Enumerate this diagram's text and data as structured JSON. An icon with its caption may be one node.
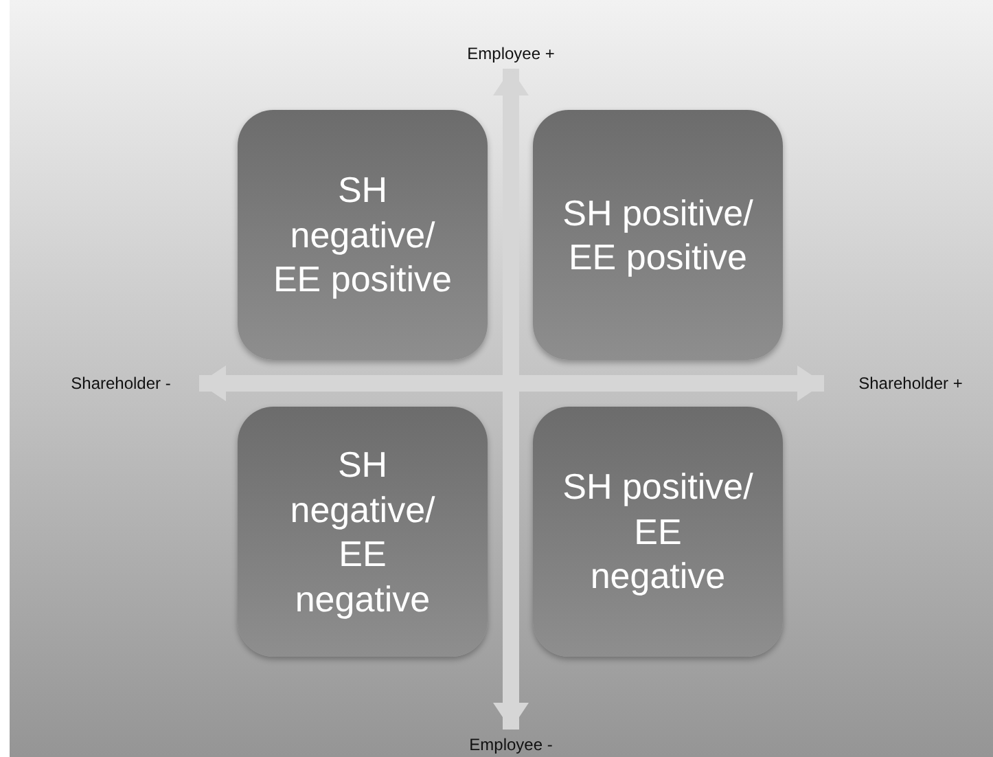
{
  "diagram": {
    "nodes": [
      {
        "text": [
          "SH negative/ EE positive"
        ]
      },
      {
        "text": [
          "SH positive/ EE positive"
        ]
      },
      {
        "text": [
          "SH negative/ EE negative"
        ]
      },
      {
        "text": [
          "SH positive/ EE negative"
        ]
      },
      {
        "text": [
          "Employee +"
        ]
      },
      {
        "text": [
          "Shareholder -"
        ]
      },
      {
        "text": [
          "Shareholder +"
        ]
      },
      {
        "text": [
          "Employee -"
        ]
      }
    ],
    "edges": [
      {
        "from": 5,
        "to": 6,
        "arrow": "both"
      },
      {
        "from": 4,
        "to": 7,
        "arrow": "both"
      }
    ]
  }
}
